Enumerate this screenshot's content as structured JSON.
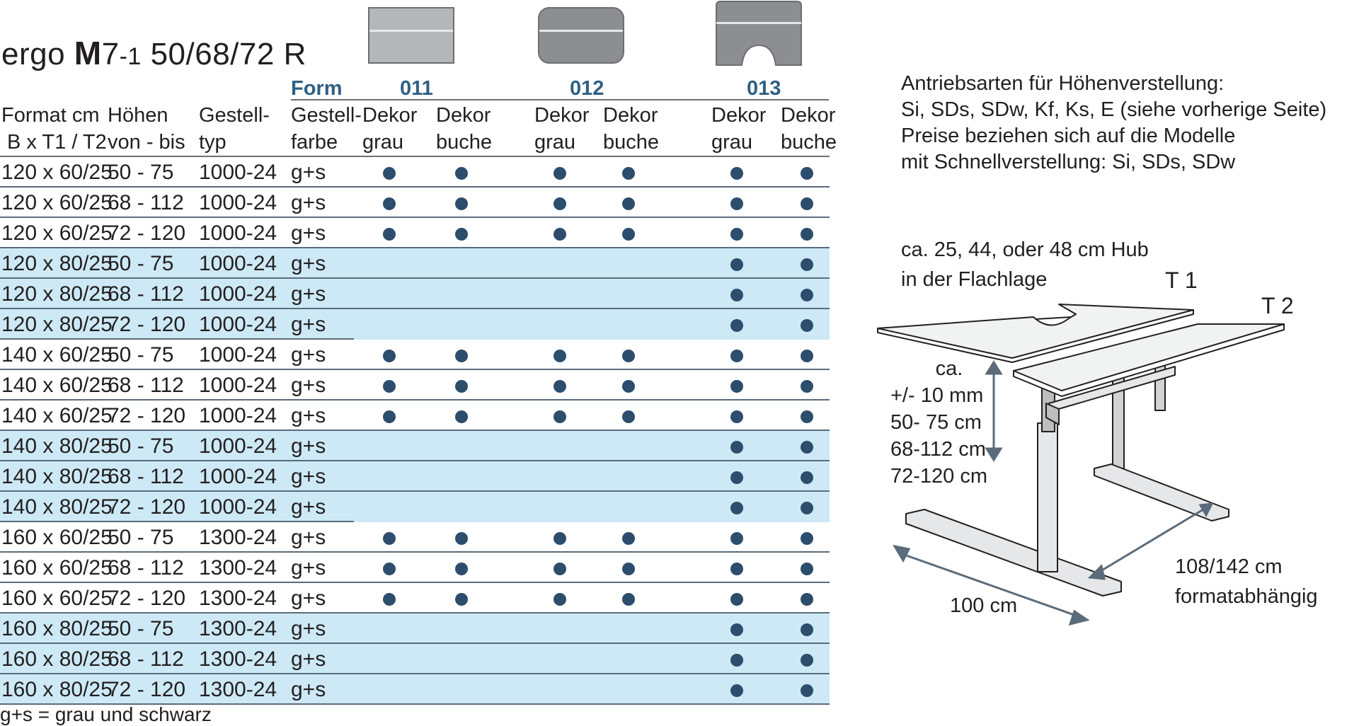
{
  "title": {
    "prefix": "ergo ",
    "model": "M",
    "rest": "7",
    "small": "-1",
    "sizes": " 50/68/72 R"
  },
  "forms": [
    {
      "code": "011",
      "shape": "rectangle"
    },
    {
      "code": "012",
      "shape": "rounded-rectangle"
    },
    {
      "code": "013",
      "shape": "rectangle-with-cutout"
    }
  ],
  "headers": {
    "form_label": "Form",
    "format": [
      "Format cm",
      "B x T1 / T2"
    ],
    "hoehen": [
      "Höhen",
      "von - bis"
    ],
    "gestelltyp": [
      "Gestell-",
      "typ"
    ],
    "gestellfarbe": [
      "Gestell-",
      "farbe"
    ],
    "dekor": [
      "Dekor grau",
      "Dekor buche",
      "Dekor grau",
      "Dekor buche",
      "Dekor grau",
      "Dekor buche"
    ]
  },
  "rows": [
    {
      "format": "120 x 60/25",
      "hoehen": "50 -  75",
      "typ": "1000-24",
      "farbe": "g+s",
      "tint": false,
      "avail": [
        1,
        1,
        1,
        1,
        1,
        1
      ]
    },
    {
      "format": "120 x 60/25",
      "hoehen": "68 - 112",
      "typ": "1000-24",
      "farbe": "g+s",
      "tint": false,
      "avail": [
        1,
        1,
        1,
        1,
        1,
        1
      ]
    },
    {
      "format": "120 x 60/25",
      "hoehen": "72 - 120",
      "typ": "1000-24",
      "farbe": "g+s",
      "tint": false,
      "avail": [
        1,
        1,
        1,
        1,
        1,
        1
      ]
    },
    {
      "format": "120 x 80/25",
      "hoehen": "50 -  75",
      "typ": "1000-24",
      "farbe": "g+s",
      "tint": true,
      "avail": [
        0,
        0,
        0,
        0,
        1,
        1
      ]
    },
    {
      "format": "120 x 80/25",
      "hoehen": "68 - 112",
      "typ": "1000-24",
      "farbe": "g+s",
      "tint": true,
      "avail": [
        0,
        0,
        0,
        0,
        1,
        1
      ]
    },
    {
      "format": "120 x 80/25",
      "hoehen": "72 - 120",
      "typ": "1000-24",
      "farbe": "g+s",
      "tint": true,
      "avail": [
        0,
        0,
        0,
        0,
        1,
        1
      ]
    },
    {
      "format": "140 x 60/25",
      "hoehen": "50 -  75",
      "typ": "1000-24",
      "farbe": "g+s",
      "tint": false,
      "avail": [
        1,
        1,
        1,
        1,
        1,
        1
      ]
    },
    {
      "format": "140 x 60/25",
      "hoehen": "68 - 112",
      "typ": "1000-24",
      "farbe": "g+s",
      "tint": false,
      "avail": [
        1,
        1,
        1,
        1,
        1,
        1
      ]
    },
    {
      "format": "140 x 60/25",
      "hoehen": "72 - 120",
      "typ": "1000-24",
      "farbe": "g+s",
      "tint": false,
      "avail": [
        1,
        1,
        1,
        1,
        1,
        1
      ]
    },
    {
      "format": "140 x 80/25",
      "hoehen": "50 -  75",
      "typ": "1000-24",
      "farbe": "g+s",
      "tint": true,
      "avail": [
        0,
        0,
        0,
        0,
        1,
        1
      ]
    },
    {
      "format": "140 x 80/25",
      "hoehen": "68 - 112",
      "typ": "1000-24",
      "farbe": "g+s",
      "tint": true,
      "avail": [
        0,
        0,
        0,
        0,
        1,
        1
      ]
    },
    {
      "format": "140 x 80/25",
      "hoehen": "72 - 120",
      "typ": "1000-24",
      "farbe": "g+s",
      "tint": true,
      "avail": [
        0,
        0,
        0,
        0,
        1,
        1
      ]
    },
    {
      "format": "160 x 60/25",
      "hoehen": "50 -  75",
      "typ": "1300-24",
      "farbe": "g+s",
      "tint": false,
      "avail": [
        1,
        1,
        1,
        1,
        1,
        1
      ]
    },
    {
      "format": "160 x 60/25",
      "hoehen": "68 - 112",
      "typ": "1300-24",
      "farbe": "g+s",
      "tint": false,
      "avail": [
        1,
        1,
        1,
        1,
        1,
        1
      ]
    },
    {
      "format": "160 x 60/25",
      "hoehen": "72 - 120",
      "typ": "1300-24",
      "farbe": "g+s",
      "tint": false,
      "avail": [
        1,
        1,
        1,
        1,
        1,
        1
      ]
    },
    {
      "format": "160 x 80/25",
      "hoehen": "50 -  75",
      "typ": "1300-24",
      "farbe": "g+s",
      "tint": true,
      "avail": [
        0,
        0,
        0,
        0,
        1,
        1
      ]
    },
    {
      "format": "160 x 80/25",
      "hoehen": "68 - 112",
      "typ": "1300-24",
      "farbe": "g+s",
      "tint": true,
      "avail": [
        0,
        0,
        0,
        0,
        1,
        1
      ]
    },
    {
      "format": "160 x 80/25",
      "hoehen": "72 - 120",
      "typ": "1300-24",
      "farbe": "g+s",
      "tint": true,
      "avail": [
        0,
        0,
        0,
        0,
        1,
        1
      ]
    }
  ],
  "footnote": "g+s = grau und schwarz",
  "info_lines": [
    "Antriebsarten für Höhenverstellung:",
    "Si, SDs, SDw, Kf, Ks, E (siehe vorherige Seite)",
    "Preise beziehen sich auf die Modelle",
    "mit Schnellverstellung: Si, SDs, SDw"
  ],
  "diagram": {
    "hub_lines": [
      "ca. 25, 44, oder 48 cm Hub",
      "in der Flachlage"
    ],
    "t1": "T 1",
    "t2": "T 2",
    "height_lines": [
      "ca.",
      "+/- 10 mm",
      "50-  75 cm",
      "68-112 cm",
      "72-120 cm"
    ],
    "width_label": "100 cm",
    "depth_lines": [
      "108/142 cm",
      "formatabhängig"
    ]
  },
  "colors": {
    "row_tint": "#cde9f6",
    "dot": "#2d4d6d",
    "accent": "#2f5f84"
  }
}
